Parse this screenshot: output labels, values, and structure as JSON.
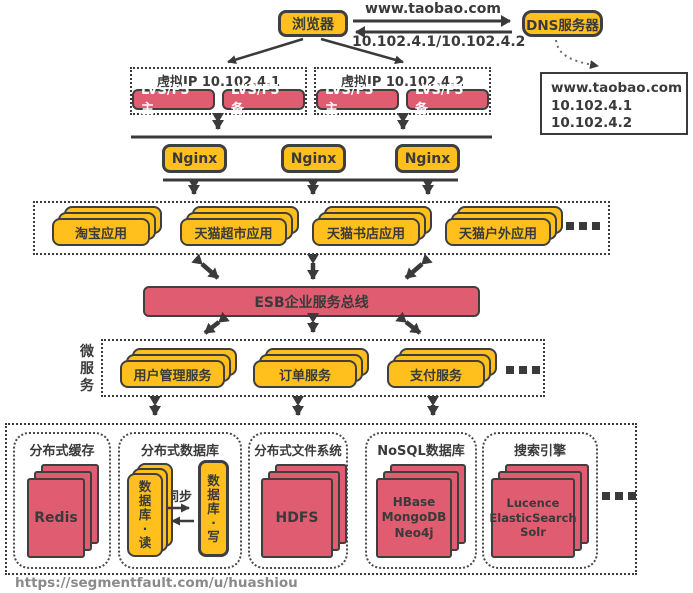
{
  "colors": {
    "yellow": "#FFC01E",
    "pink": "#E05C70",
    "dark": "#3A3A3A",
    "url_gray": "#8A8A8A"
  },
  "top": {
    "browser": "浏览器",
    "dns_server": "DNS服务器",
    "request_label": "www.taobao.com",
    "response_label": "10.102.4.1/10.102.4.2",
    "dns_record": [
      "www.taobao.com",
      "10.102.4.1",
      "10.102.4.2"
    ]
  },
  "vip": [
    {
      "title": "虚拟IP 10.102.4.1",
      "primary": "LVS/F5 主",
      "backup": "LVS/F5 备"
    },
    {
      "title": "虚拟IP 10.102.4.2",
      "primary": "LVS/F5 主",
      "backup": "LVS/F5 备"
    }
  ],
  "nginx": [
    "Nginx",
    "Nginx",
    "Nginx"
  ],
  "applications": {
    "items": [
      "淘宝应用",
      "天猫超市应用",
      "天猫书店应用",
      "天猫户外应用"
    ],
    "more": "..."
  },
  "esb": {
    "label": "ESB企业服务总线"
  },
  "microservices": {
    "side_label": "微服务",
    "items": [
      "用户管理服务",
      "订单服务",
      "支付服务"
    ],
    "more": "..."
  },
  "infrastructure": {
    "cache": {
      "title": "分布式缓存",
      "content": "Redis"
    },
    "database": {
      "title": "分布式数据库",
      "read": "数据库·读",
      "write": "数据库·写",
      "sync": "同步"
    },
    "filesystem": {
      "title": "分布式文件系统",
      "content": "HDFS"
    },
    "nosql": {
      "title": "NoSQL数据库",
      "content": "HBase\nMongoDB\nNeo4j"
    },
    "search": {
      "title": "搜索引擎",
      "content": "Lucence\nElasticSearch\nSolr"
    },
    "more": "..."
  },
  "footer": {
    "url": "https://segmentfault.com/u/huashiou"
  }
}
